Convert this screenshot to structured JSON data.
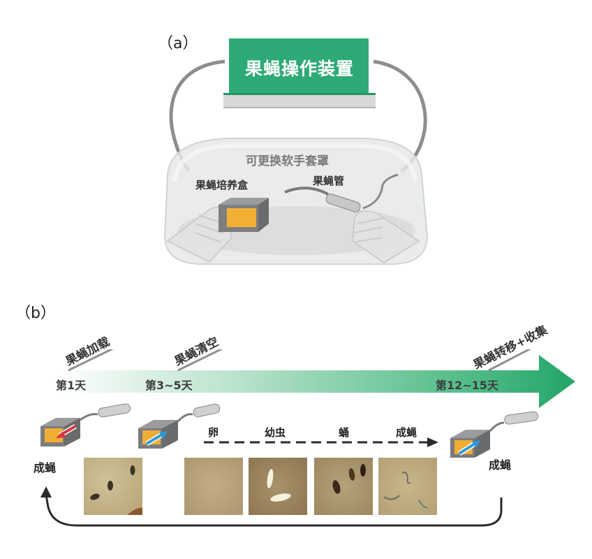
{
  "panel_a": {
    "label": "（a）",
    "device": {
      "title": "果蝇操作装置",
      "color": "#2eaa76"
    },
    "glovebox_label": "可更换软手套罩",
    "culture_box_label": "果蝇培养盒",
    "fly_tube_label": "果蝇管"
  },
  "panel_b": {
    "label": "（b）",
    "timeline": {
      "arrow_color": "#23a56a",
      "days": [
        "第1天",
        "第3~5天",
        "第12~15天"
      ],
      "steps": [
        "果蝇加载",
        "果蝇清空",
        "果蝇转移+收集"
      ]
    },
    "left_adult_label": "成蝇",
    "right_adult_label": "成蝇",
    "stages": [
      "卵",
      "幼虫",
      "蛹",
      "成蝇"
    ],
    "photos": [
      {
        "name": "adult-flies-photo",
        "content": "adult flies"
      },
      {
        "name": "egg-photo",
        "content": "eggs"
      },
      {
        "name": "larva-photo",
        "content": "larvae"
      },
      {
        "name": "pupa-photo",
        "content": "pupae"
      },
      {
        "name": "adult-emerged-photo",
        "content": "emerged adults"
      }
    ],
    "arrow_colors": {
      "load": "#d9363e",
      "transfer": "#2a9ad8"
    }
  }
}
